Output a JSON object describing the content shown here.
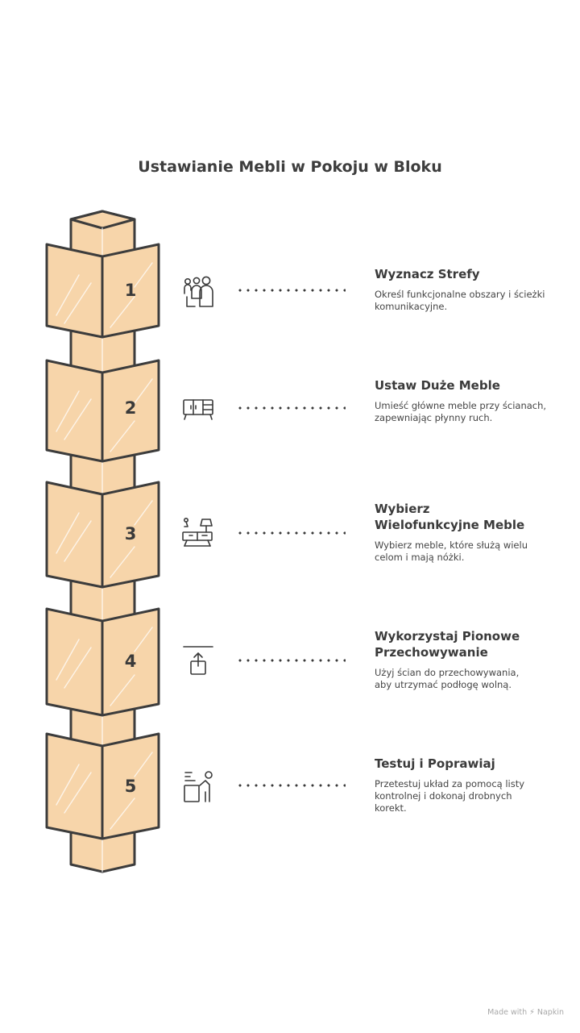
{
  "title": "Ustawianie Mebli w Pokoju w Bloku",
  "steps": [
    {
      "number": "1",
      "title": "Wyznacz Strefy",
      "description": "Określ funkcjonalne obszary i ścieżki komunikacyjne.",
      "icon": "people-group-icon"
    },
    {
      "number": "2",
      "title": "Ustaw Duże Meble",
      "description": "Umieść główne meble przy ścianach, zapewniając płynny ruch.",
      "icon": "sideboard-icon"
    },
    {
      "number": "3",
      "title": "Wybierz Wielofunkcyjne Meble",
      "description": "Wybierz meble, które służą wielu celom i mają nóżki.",
      "icon": "furniture-lamp-icon"
    },
    {
      "number": "4",
      "title": "Wykorzystaj Pionowe Przechowywanie",
      "description": "Użyj ścian do przechowywania, aby utrzymać podłogę wolną.",
      "icon": "shelf-upload-icon"
    },
    {
      "number": "5",
      "title": "Testuj i Poprawiaj",
      "description": "Przetestuj układ za pomocą listy kontrolnej i dokonaj drobnych korekt.",
      "icon": "checklist-person-icon"
    }
  ],
  "footer": {
    "made_with": "Made with",
    "brand": "Napkin"
  },
  "colors": {
    "box_fill": "#f7d5aa",
    "box_stroke": "#3c3c3c",
    "text": "#3a3a3a"
  }
}
